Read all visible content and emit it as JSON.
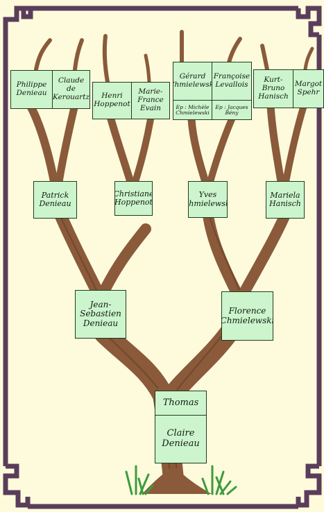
{
  "colors": {
    "background": "#fdfbdc",
    "border": "#5a3d5a",
    "trunk": "#8a5a3a",
    "trunk_shade": "#6b4226",
    "box_fill": "#cdf5cd",
    "box_border": "#1f3b1f",
    "grass": "#3e9a3e"
  },
  "tree": {
    "great_grandparents": [
      {
        "line1": "Philippe",
        "line2": "Denieau"
      },
      {
        "line1": "Claude",
        "line2": "de Kerouartz"
      },
      {
        "line1": "Henri",
        "line2": "Hoppenot"
      },
      {
        "line1": "Marie-France",
        "line2": "Evain"
      },
      {
        "line1": "Gérard",
        "line2": "Chmielewski"
      },
      {
        "line1": "Françoise",
        "line2": "Levallois"
      },
      {
        "line1": "Kurt-Bruno",
        "line2": "Hanisch"
      },
      {
        "line1": "Margot",
        "line2": "Spehr"
      }
    ],
    "remarriages": [
      {
        "line1": "Ep : Michèle",
        "line2": "Chmielewski"
      },
      {
        "line1": "Ep : Jacques",
        "line2": "Bény"
      }
    ],
    "grandparents": [
      {
        "line1": "Patrick",
        "line2": "Denieau"
      },
      {
        "line1": "Christiane",
        "line2": "Hoppenot"
      },
      {
        "line1": "Yves",
        "line2": "Chmielewski"
      },
      {
        "line1": "Mariela",
        "line2": "Hanisch"
      }
    ],
    "parents": [
      {
        "line1": "Jean-Sebastien",
        "line2": "Denieau"
      },
      {
        "line1": "Florence",
        "line2": "Chmielewski"
      }
    ],
    "children": {
      "first": "Thomas",
      "second": {
        "line1": "Claire",
        "line2": "Denieau"
      }
    }
  }
}
